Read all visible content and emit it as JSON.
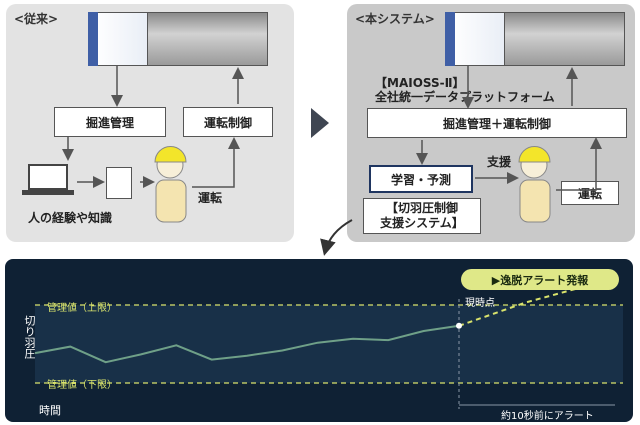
{
  "left_panel": {
    "title": "<従来>",
    "excavation_mgmt": "掘進管理",
    "operation_ctrl": "運転制御",
    "operation": "運転",
    "experience": "人の経験や知識"
  },
  "right_panel": {
    "title": "<本システム>",
    "platform_name": "【MAIOSS-Ⅱ】",
    "platform_desc": "全社統一データプラットフォーム",
    "combined": "掘進管理＋運転制御",
    "learning": "学習・予測",
    "support": "支援",
    "operation": "運転",
    "system_line1": "【切羽圧制御",
    "system_line2": "支援システム】"
  },
  "chart": {
    "alert_badge": "▶逸脱アラート発報",
    "current_point": "現時点",
    "upper_limit": "管理値（上限）",
    "lower_limit": "管理値（下限）",
    "ylabel": "切り羽圧",
    "xlabel": "時間",
    "alert_note": "約10秒前にアラート"
  },
  "chart_data": {
    "type": "line",
    "title": "",
    "xlabel": "時間",
    "ylabel": "切り羽圧",
    "grid": false,
    "series": [
      {
        "values": [
          0.45,
          0.5,
          0.38,
          0.44,
          0.51,
          0.4,
          0.43,
          0.47,
          0.53,
          0.56,
          0.55,
          0.62,
          0.66
        ]
      },
      {
        "values": [
          0.66,
          0.84,
          0.98
        ]
      }
    ],
    "upper_limit": 0.82,
    "lower_limit": 0.22,
    "colors": {
      "line": "#6fa088",
      "limit": "#d9e36c",
      "forecast": "#d9e36c",
      "background": "#0f2134"
    }
  }
}
